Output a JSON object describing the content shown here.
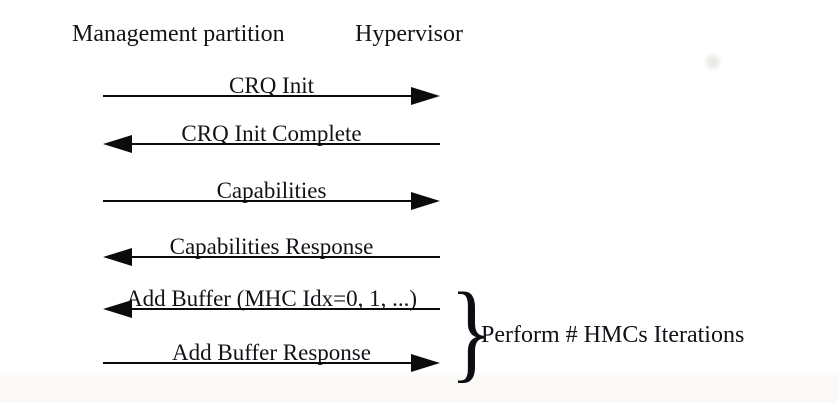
{
  "diagram": {
    "title_implied": "CRQ initialization message sequence",
    "actors": [
      {
        "label": "Management partition"
      },
      {
        "label": "Hypervisor"
      }
    ],
    "messages": [
      {
        "label": "CRQ Init",
        "direction": "right",
        "from": "Management partition",
        "to": "Hypervisor"
      },
      {
        "label": "CRQ Init Complete",
        "direction": "left",
        "from": "Hypervisor",
        "to": "Management partition"
      },
      {
        "label": "Capabilities",
        "direction": "right",
        "from": "Management partition",
        "to": "Hypervisor"
      },
      {
        "label": "Capabilities Response",
        "direction": "left",
        "from": "Hypervisor",
        "to": "Management partition"
      },
      {
        "label": "Add Buffer (MHC Idx=0, 1, ...)",
        "direction": "left",
        "from": "Hypervisor",
        "to": "Management partition"
      },
      {
        "label": "Add Buffer Response",
        "direction": "right",
        "from": "Management partition",
        "to": "Hypervisor"
      }
    ],
    "annotation": {
      "brace_glyph": "}",
      "label": "Perform # HMCs Iterations",
      "applies_to": [
        "Add Buffer (MHC Idx=0, 1, ...)",
        "Add Buffer Response"
      ]
    },
    "colors": {
      "ink": "#0b0b0b",
      "text": "#121218",
      "background": "#ffffff"
    }
  }
}
